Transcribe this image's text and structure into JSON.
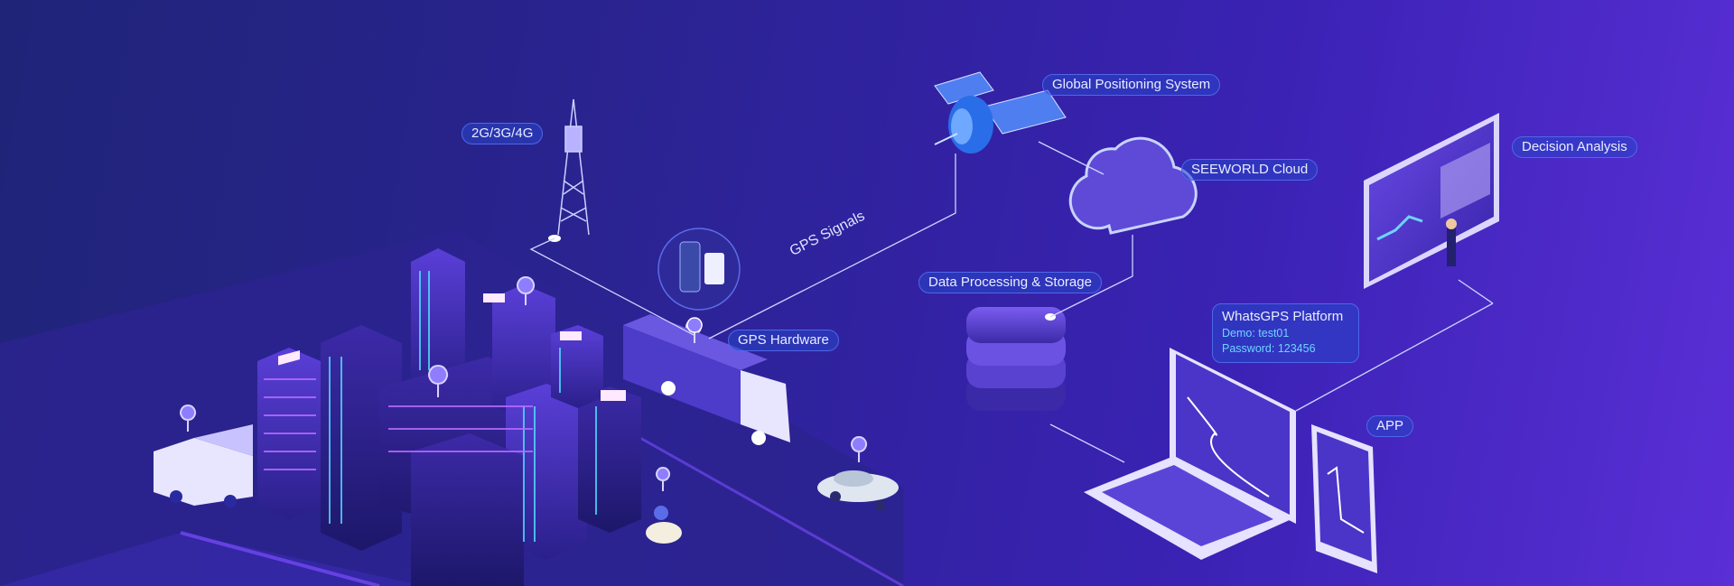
{
  "labels": {
    "network": "2G/3G/4G",
    "gps_system": "Global Positioning System",
    "cloud": "SEEWORLD Cloud",
    "decision": "Decision Analysis",
    "data_processing": "Data Processing & Storage",
    "gps_hardware": "GPS Hardware",
    "gps_signals": "GPS Signals",
    "app": "APP"
  },
  "platform": {
    "title": "WhatsGPS Platform",
    "demo": "Demo: test01",
    "password": "Password: 123456"
  },
  "colors": {
    "background_start": "#1f2478",
    "background_end": "#5a2fd6",
    "label_border": "#4f67e8",
    "accent_cyan": "#6fd4ff",
    "building_glow": "#b56cff"
  }
}
